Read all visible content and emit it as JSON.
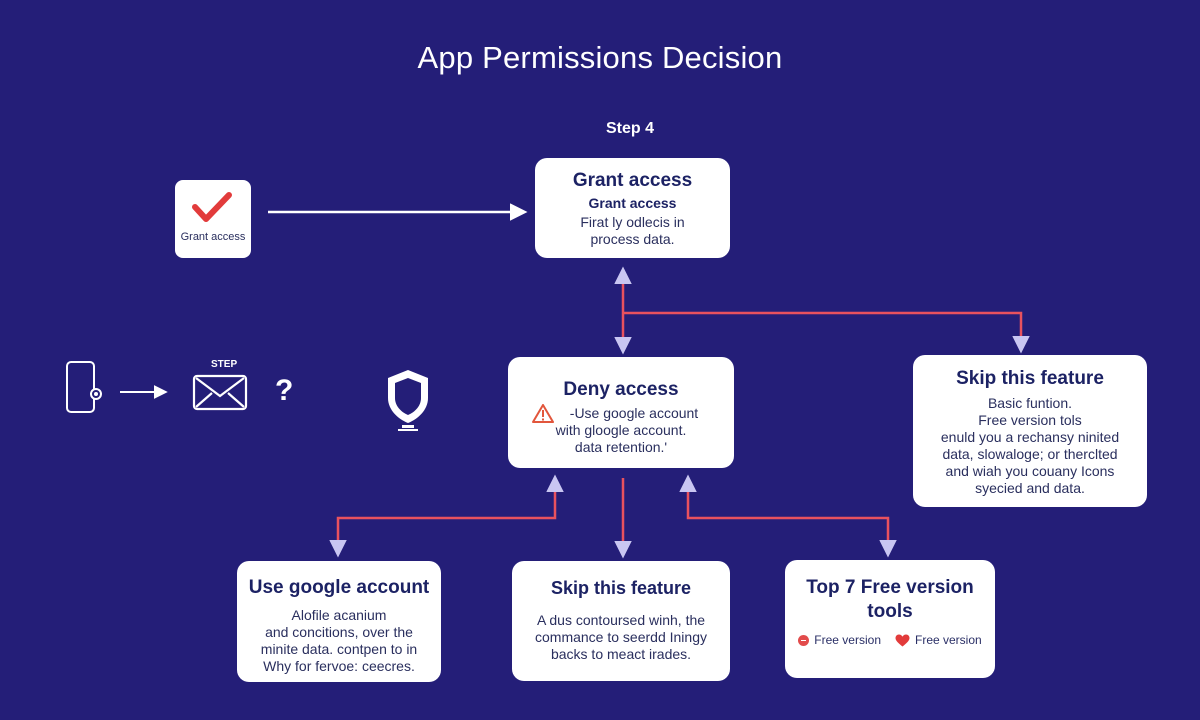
{
  "title": "App Permissions Decision",
  "step_label": "Step 4",
  "step_small": "STEP",
  "question_mark": "?",
  "check_card": {
    "label": "Grant access"
  },
  "grant_card": {
    "title": "Grant access",
    "subtitle": "Grant access",
    "lines": [
      "Firat ly odlecis in",
      "process data."
    ]
  },
  "deny_card": {
    "title": "Deny access",
    "lines": [
      "-Use google account",
      "with gloogle account.",
      "data retention.'"
    ]
  },
  "skip_right_card": {
    "title": "Skip this feature",
    "lines": [
      "Basic funtion.",
      "Free version tols",
      "enuld you a rechansy ninited",
      "data, slowaloge; or therclted",
      "and wiah you couany Icons",
      "syecied and data."
    ]
  },
  "google_card": {
    "title": "Use google account",
    "lines": [
      "Alofile acanium",
      "and concitions, over the",
      "minite data. contpen to in",
      "Why for fervoe: ceecres."
    ]
  },
  "skip_mid_card": {
    "title": "Skip this feature",
    "lines": [
      "A dus contoursed winh, the",
      "commance to seerdd Iningy",
      "backs to meact irades."
    ]
  },
  "top7_card": {
    "title_line1": "Top 7 Free version",
    "title_line2": "tools",
    "badges": [
      "Free version",
      "Free version"
    ]
  },
  "colors": {
    "background": "#241e78",
    "card": "#ffffff",
    "connector_red": "#e8525e",
    "connector_white": "#ffffff",
    "arrow_head": "#c9c6f2",
    "check_red": "#e23b3b"
  },
  "icons": [
    "checkmark-icon",
    "phone-icon",
    "mail-icon",
    "shield-icon",
    "warning-icon",
    "heart-icon"
  ]
}
